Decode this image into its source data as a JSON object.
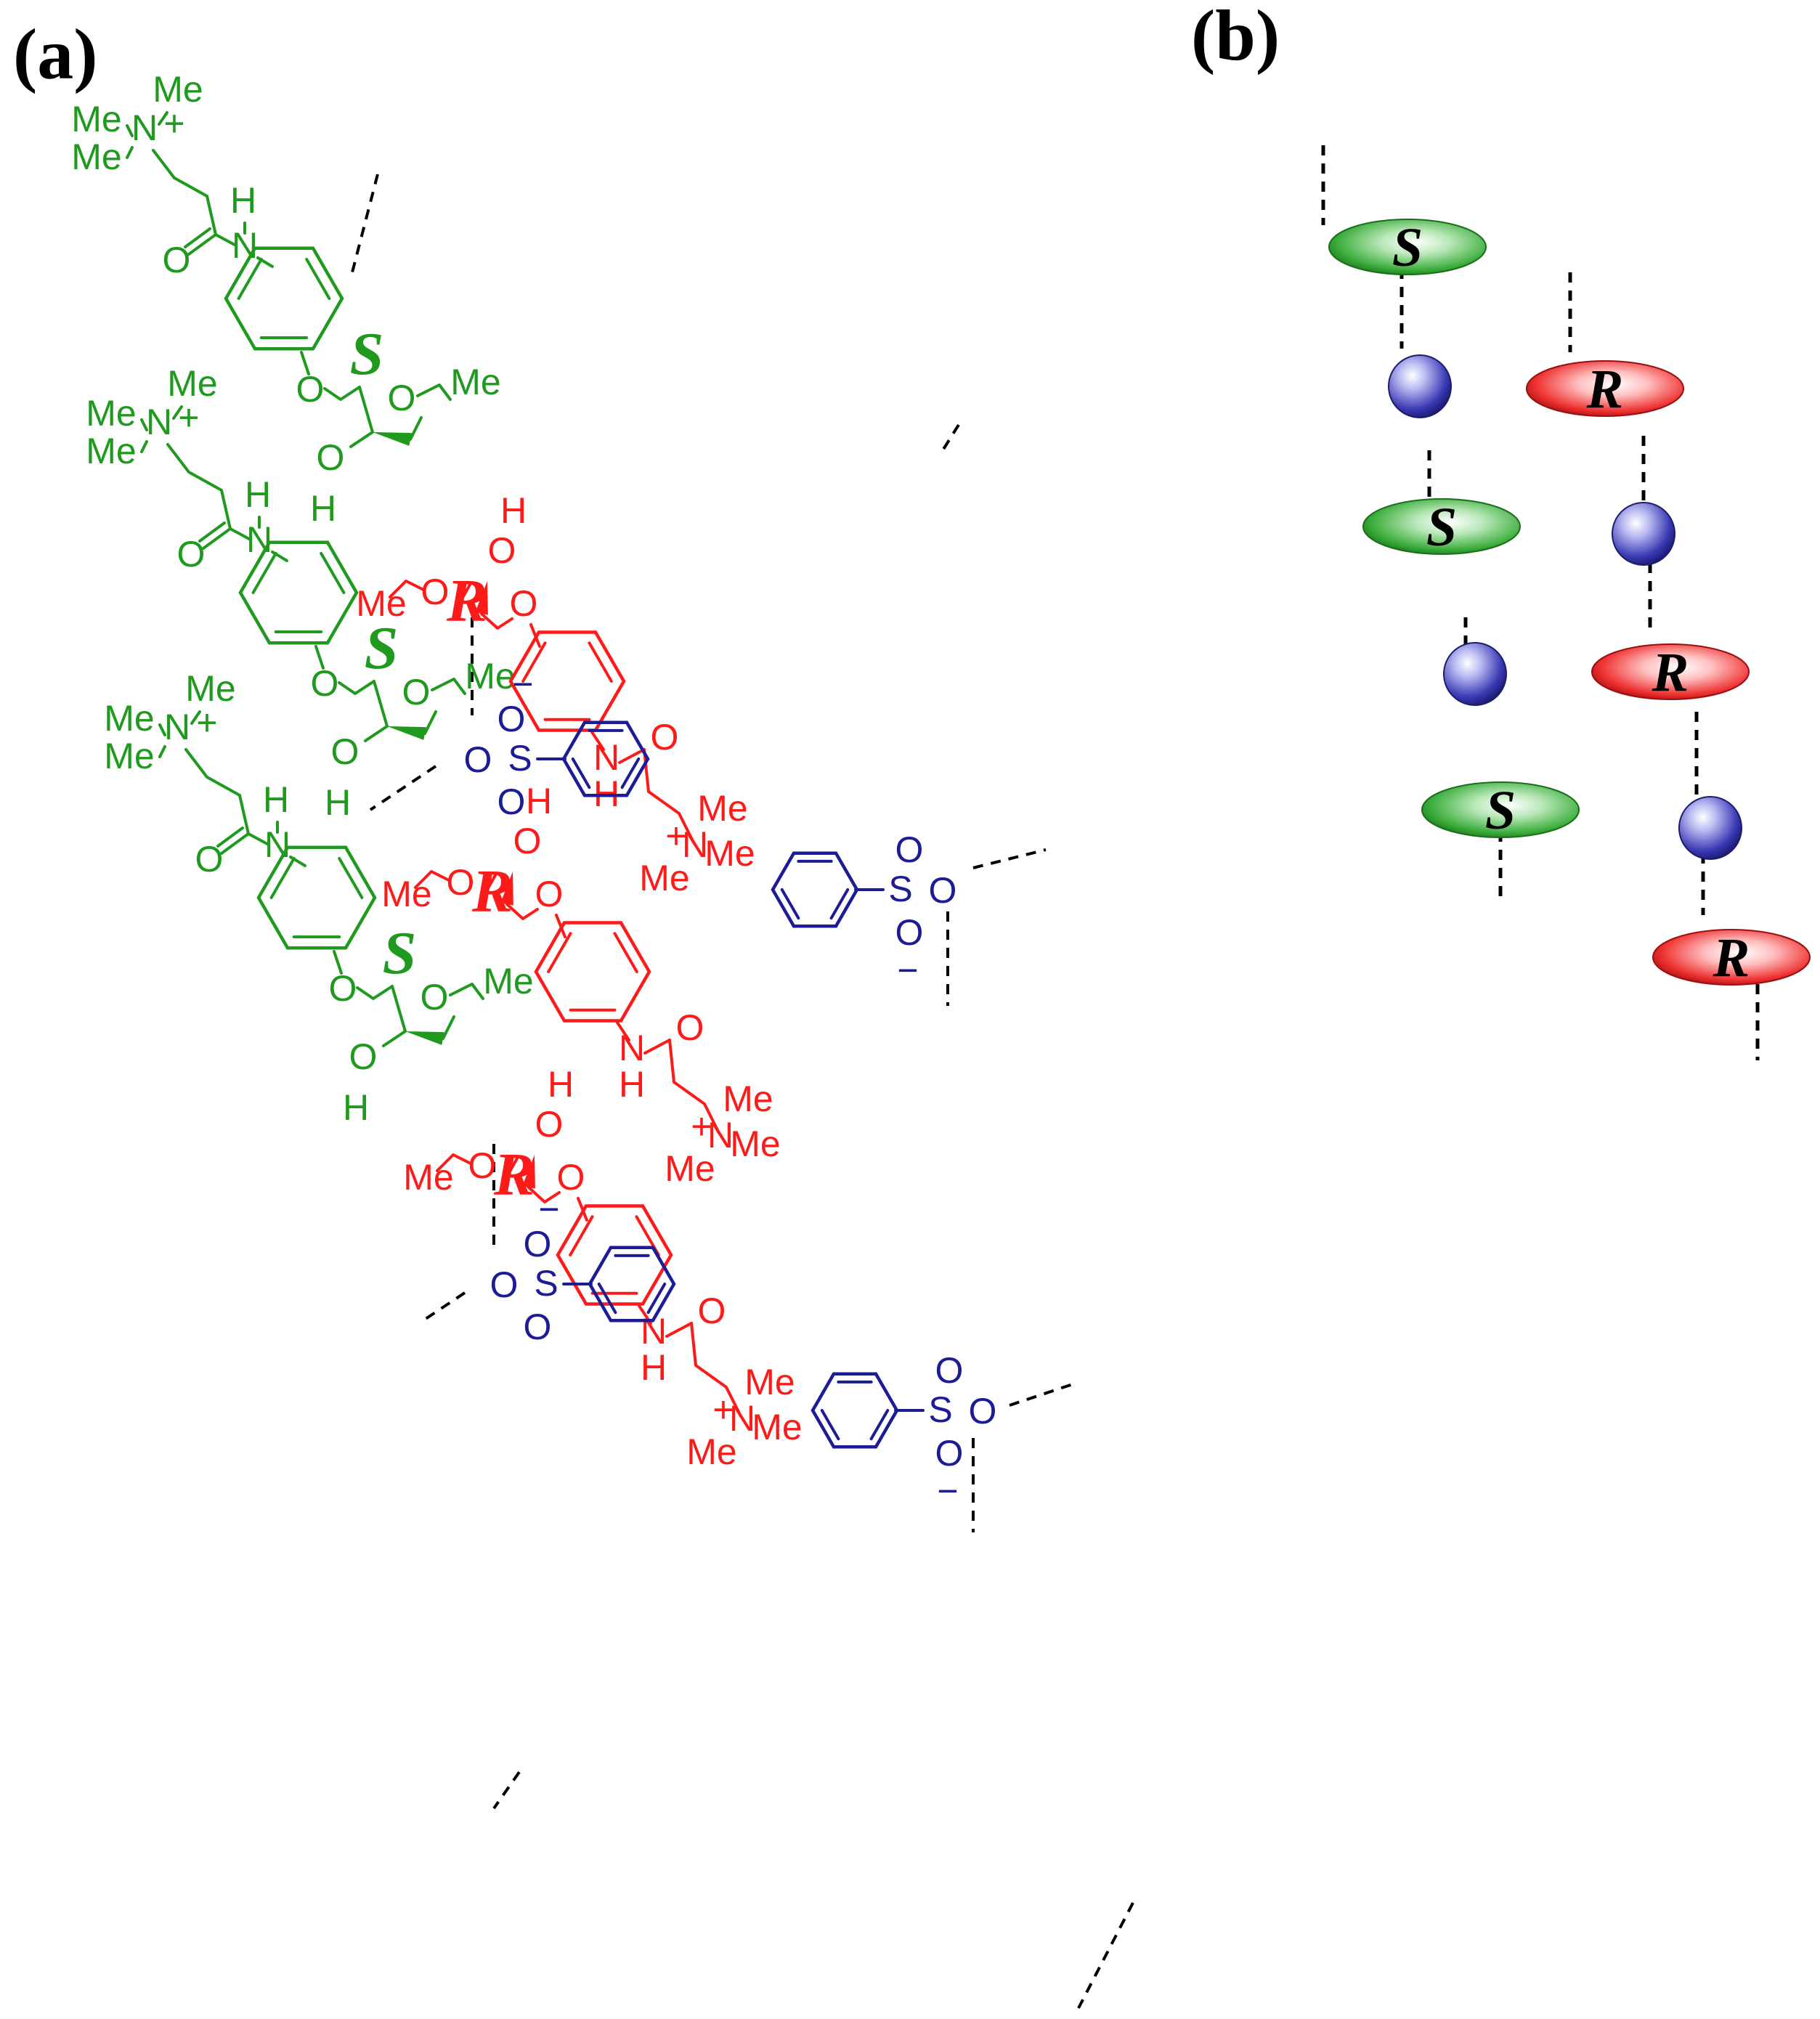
{
  "panels": {
    "a": {
      "label": "(a)"
    },
    "b": {
      "label": "(b)"
    }
  },
  "colors": {
    "s_enantiomer": "#1f9a1f",
    "r_enantiomer": "#ff1a1a",
    "sulfonate": "#1c1c96",
    "hbond": "#000000"
  },
  "atoms": {
    "methyl": "Me",
    "nitrogen": "N",
    "oxygen": "O",
    "hydrogen": "H",
    "sulfur": "S",
    "plus": "+",
    "minus": "−"
  },
  "chirality": {
    "s": "S",
    "r": "R"
  },
  "schematic_b": {
    "s_chain": [
      "S",
      "S",
      "S"
    ],
    "r_chain": [
      "R",
      "R",
      "R"
    ],
    "icons": [
      "green-ellipse-icon",
      "red-ellipse-icon",
      "blue-sphere-icon"
    ]
  }
}
